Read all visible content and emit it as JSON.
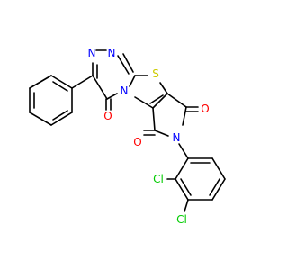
{
  "molecule": {
    "colors": {
      "bond": "#000000",
      "nitrogen": "#0000ff",
      "oxygen": "#ff0000",
      "sulfur": "#cccc00",
      "chlorine": "#00cc00"
    },
    "atom_labels": {
      "n_triazine_left": "N",
      "n_triazine_right": "N",
      "n_bridgehead": "N",
      "n_imide": "N",
      "s_thiazole": "S",
      "o_triazinone": "O",
      "o_imide_top": "O",
      "o_imide_bottom": "O",
      "cl_ortho": "Cl",
      "cl_meta": "Cl"
    }
  }
}
